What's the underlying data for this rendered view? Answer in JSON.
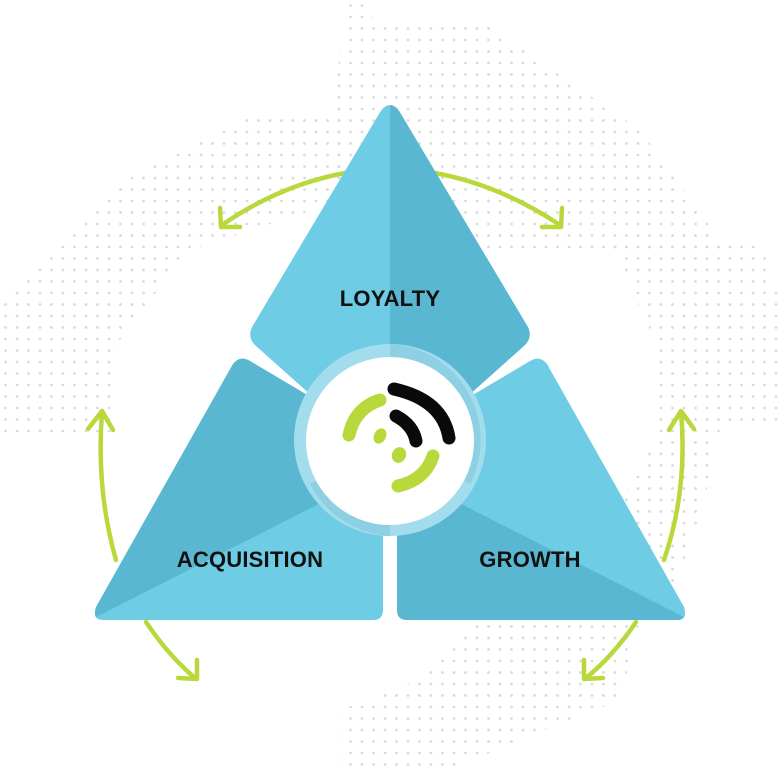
{
  "diagram": {
    "title": "",
    "segments": [
      {
        "id": "loyalty",
        "label": "LOYALTY"
      },
      {
        "id": "acquisition",
        "label": "ACQUISITION"
      },
      {
        "id": "growth",
        "label": "GROWTH"
      }
    ],
    "center_icon": "signal-logo-icon",
    "arrows": [
      {
        "from": "loyalty",
        "direction": "left",
        "icon": "curved-arrow-icon"
      },
      {
        "from": "loyalty",
        "direction": "right",
        "icon": "curved-arrow-icon"
      },
      {
        "from": "acquisition",
        "direction": "up",
        "icon": "curved-arrow-icon"
      },
      {
        "from": "acquisition",
        "direction": "down",
        "icon": "curved-arrow-icon"
      },
      {
        "from": "growth",
        "direction": "up",
        "icon": "curved-arrow-icon"
      },
      {
        "from": "growth",
        "direction": "down",
        "icon": "curved-arrow-icon"
      }
    ]
  },
  "colors": {
    "blue_light": "#6ECDE5",
    "blue_dark": "#5AB7D1",
    "ring": "#8ED0E3",
    "ring_light": "#A3DCEC",
    "green": "#B8D83C",
    "black": "#0A0A0A",
    "dots": "#DADADA"
  }
}
